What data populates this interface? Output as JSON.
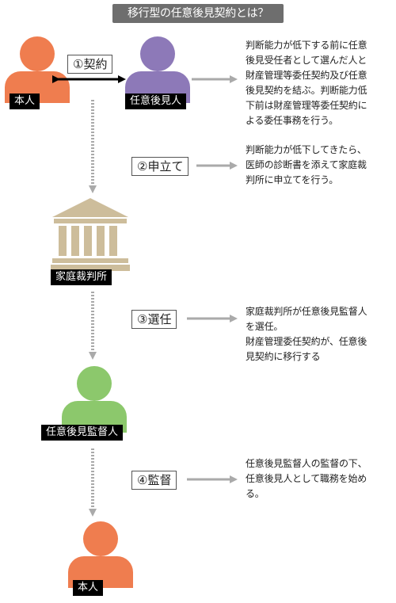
{
  "title": "移行型の任意後見契約とは？",
  "colors": {
    "principal": "#ef7d4f",
    "guardian": "#8d79b8",
    "supervisor": "#8cc86c",
    "court": "#cdbd9b",
    "arrow": "#aaaaaa"
  },
  "nodes": {
    "principal_top": "本人",
    "guardian": "任意後見人",
    "court": "家庭裁判所",
    "supervisor": "任意後見監督人",
    "principal_bottom": "本人"
  },
  "contract_label": "①契約",
  "steps": [
    {
      "label": "②申立て",
      "desc": [
        "判断能力が低下してきたら、",
        "医師の診断書を添えて家庭裁",
        "判所に申立てを行う。"
      ]
    },
    {
      "label": "③選任",
      "desc": [
        "家庭裁判所が任意後見監督人",
        "を選任。",
        "財産管理委任契約が、任意後",
        "見契約に移行する"
      ]
    },
    {
      "label": "④監督",
      "desc": [
        "任意後見監督人の監督の下、",
        "任意後見人として職務を始め",
        "る。"
      ]
    }
  ],
  "contract_desc": [
    "判断能力が低下する前に任意",
    "後見受任者として選んだ人と",
    "財産管理等委任契約及び任意",
    "後見契約を結ぶ。判断能力低",
    "下前は財産管理等委任契約に",
    "よる委任事務を行う。"
  ],
  "icons": {
    "person": "person-icon",
    "court": "courthouse-icon",
    "arrow": "arrow-icon"
  }
}
